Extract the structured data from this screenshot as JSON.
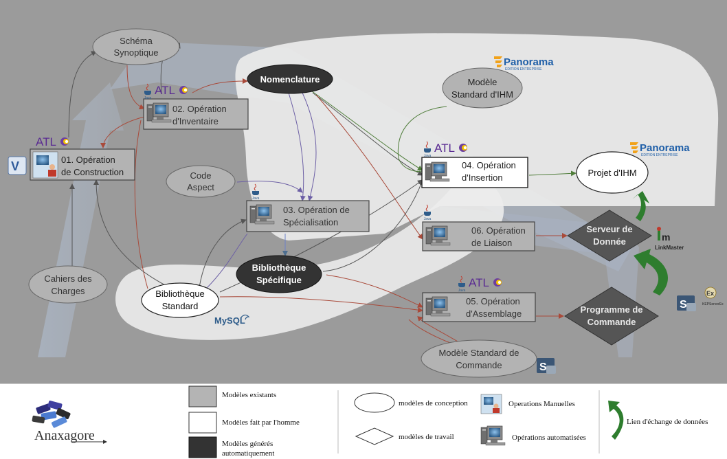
{
  "diagram": {
    "nodes": {
      "schema_synoptique": [
        "Schéma",
        "Synoptique"
      ],
      "nomenclature": [
        "Nomenclature"
      ],
      "modele_standard_ihm": [
        "Modèle",
        "Standard d'IHM"
      ],
      "op02": [
        "02. Opération",
        "d'Inventaire"
      ],
      "op01": [
        "01. Opération",
        "de Construction"
      ],
      "code_aspect": [
        "Code",
        "Aspect"
      ],
      "op03": [
        "03. Opération de",
        "Spécialisation"
      ],
      "op04": [
        "04. Opération",
        "d'Insertion"
      ],
      "projet_ihm": [
        "Projet d'IHM"
      ],
      "op06": [
        "06. Opération",
        "de Liaison"
      ],
      "serveur_donnee": [
        "Serveur de",
        "Donnée"
      ],
      "cahiers_charges": [
        "Cahiers des",
        "Charges"
      ],
      "bibliotheque_standard": [
        "Bibliothèque",
        "Standard"
      ],
      "bibliotheque_specifique": [
        "Bibliothèque",
        "Spécifique"
      ],
      "op05": [
        "05. Opération",
        "d'Assemblage"
      ],
      "programme_commande": [
        "Programme de",
        "Commande"
      ],
      "modele_standard_commande": [
        "Modèle Standard de",
        "Commande"
      ]
    },
    "logos": {
      "atl": "ATL",
      "java": "Java",
      "panorama": "Panorama",
      "panorama_sub": "EDITION ENTREPRISE",
      "mysql": "MySQL",
      "linkmaster": "LinkMaster",
      "kepserver": "KEPServerEx",
      "kep_ex": "Ex",
      "s_icon": "S",
      "v_icon": "V"
    }
  },
  "legend": {
    "logo": "Anaxagore",
    "items": {
      "existants": "Modèles existants",
      "homme": "Modèles fait par l'homme",
      "generes": [
        "Modèles générés",
        "automatiquement"
      ],
      "conception": "modèles de conception",
      "travail": "modèles de travail",
      "manuelles": "Operations Manuelles",
      "automatisees": "Opérations automatisées",
      "echange": "Lien d'échange de données"
    }
  },
  "colors": {
    "background": "#9a9a9a",
    "zone_light": "#ececec",
    "existing_model": "#b4b4b4",
    "human_model": "#ffffff",
    "generated_model": "#333333",
    "work_model": "#555555",
    "exchange_arrow": "#2e7d2e",
    "panorama": "#1f5fa8",
    "atl_violet": "#6d3fa0"
  }
}
